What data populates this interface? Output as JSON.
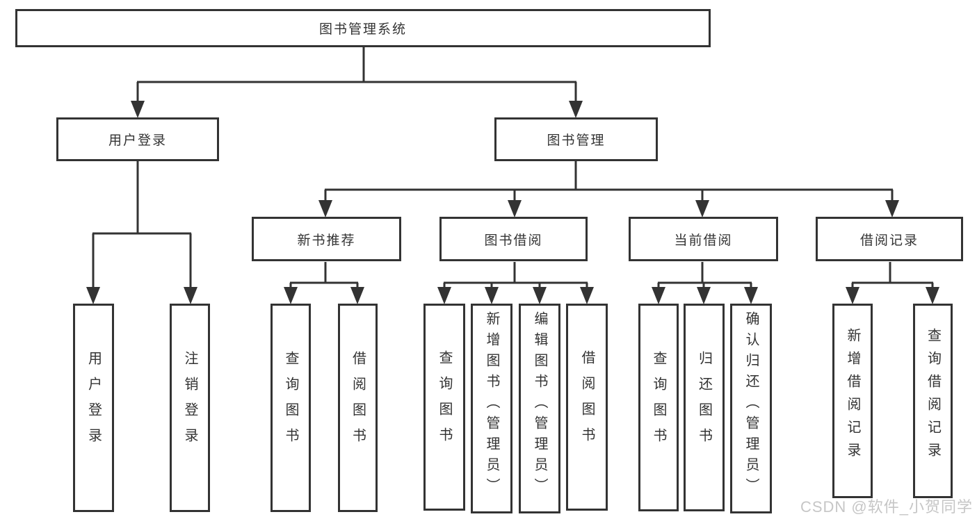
{
  "diagram": {
    "title_node": "图书管理系统",
    "nodes": {
      "root": "图书管理系统",
      "user_login": "用户登录",
      "book_mgmt": "图书管理",
      "new_books": "新书推荐",
      "book_borrow": "图书借阅",
      "current_borrow": "当前借阅",
      "borrow_records": "借阅记录",
      "leaves": {
        "login": "用户登录",
        "logout": "注销登录",
        "nb_query": "查询图书",
        "nb_borrow": "借阅图书",
        "bb_query": "查询图书",
        "bb_add": "新增图书（管理员）",
        "bb_edit": "编辑图书（管理员）",
        "bb_borrow": "借阅图书",
        "cb_query": "查询图书",
        "cb_return": "归还图书",
        "cb_confirm": "确认归还（管理员）",
        "br_add": "新增借阅记录",
        "br_query": "查询借阅记录"
      }
    },
    "colors": {
      "line": "#333333",
      "text": "#333333",
      "box_background": "#ffffff",
      "page_background": "#ffffff",
      "watermark": "#c6c6c6"
    }
  },
  "watermark": {
    "text": "CSDN @软件_小贺同学"
  }
}
